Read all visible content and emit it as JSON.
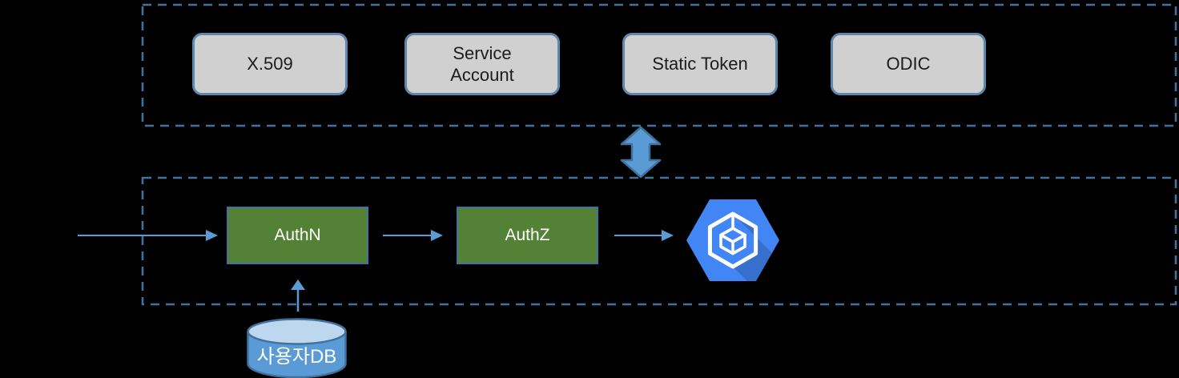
{
  "diagram_title": "kubernetes-authentication-flow",
  "auth_methods_group": {
    "boxes": [
      {
        "label": "X.509"
      },
      {
        "label": "Service Account"
      },
      {
        "label": "Static Token"
      },
      {
        "label": "ODIC"
      }
    ]
  },
  "flow_group": {
    "authn_label": "AuthN",
    "authz_label": "AuthZ"
  },
  "database": {
    "label": "사용자DB"
  },
  "icons": {
    "kubernetes_engine": "gke-hexagon-cube-icon",
    "bidirectional_link": "up-down-double-arrow"
  },
  "colors": {
    "background": "#000000",
    "dashed_border": "#41719c",
    "method_box_fill": "#d0d0d0",
    "method_box_border": "#5b87b0",
    "method_box_text": "#1c1c1c",
    "green_box_fill": "#538135",
    "green_box_border": "#41719c",
    "green_box_text": "#ffffff",
    "arrow": "#5b9bd5",
    "double_arrow_fill": "#5b9bd5",
    "double_arrow_border": "#41719c",
    "cylinder_body": "#5b9bd5",
    "cylinder_top": "#bdd7ee",
    "gke_hexagon": "#4285f4"
  }
}
